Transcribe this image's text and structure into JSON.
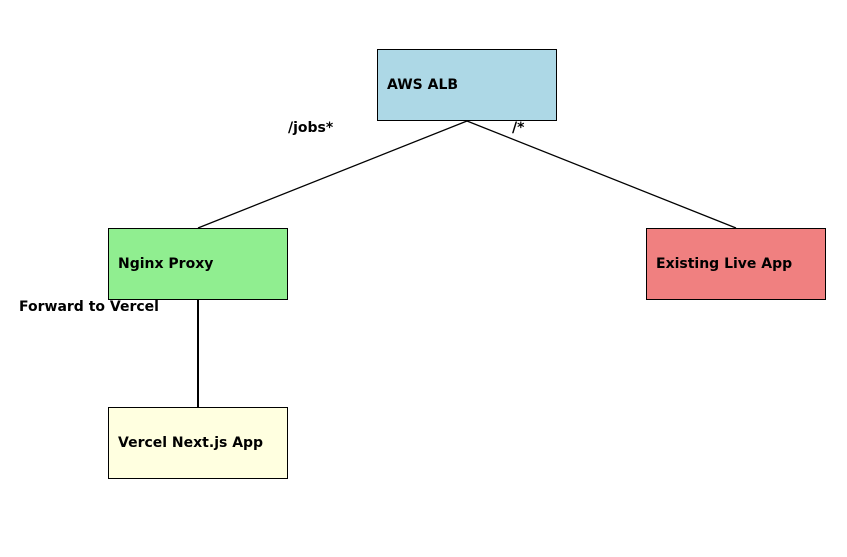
{
  "nodes": {
    "alb": {
      "label": "AWS ALB",
      "color": "#add8e6"
    },
    "nginx": {
      "label": "Nginx Proxy",
      "color": "#90ee90"
    },
    "live": {
      "label": "Existing Live App",
      "color": "#f08080"
    },
    "vercel": {
      "label": "Vercel Next.js App",
      "color": "#ffffe0"
    }
  },
  "edges": {
    "alb_to_nginx": {
      "label": "/jobs*"
    },
    "alb_to_live": {
      "label": "/*"
    },
    "nginx_to_vercel": {
      "label": "Forward to Vercel"
    }
  },
  "colors": {
    "edge": "#000000",
    "text": "#000000",
    "background": "#ffffff"
  }
}
